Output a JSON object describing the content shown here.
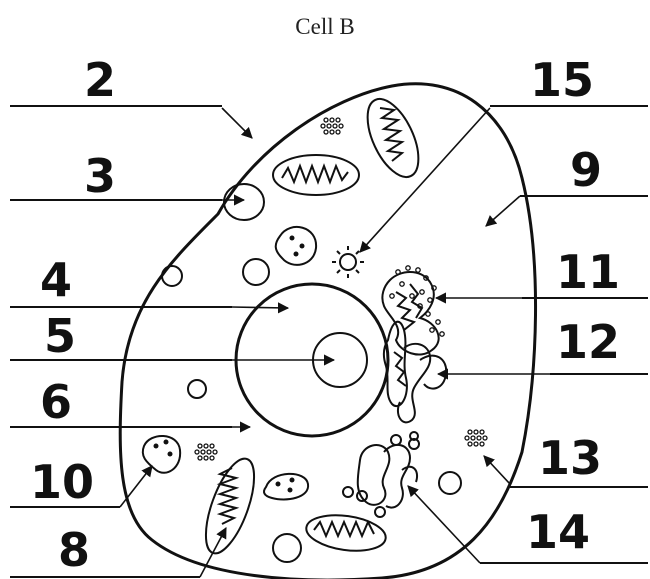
{
  "title": "Cell B",
  "labels": {
    "n2": "2",
    "n3": "3",
    "n4": "4",
    "n5": "5",
    "n6": "6",
    "n10": "10",
    "n8": "8",
    "n15": "15",
    "n9": "9",
    "n11": "11",
    "n12": "12",
    "n13": "13",
    "n14": "14"
  }
}
